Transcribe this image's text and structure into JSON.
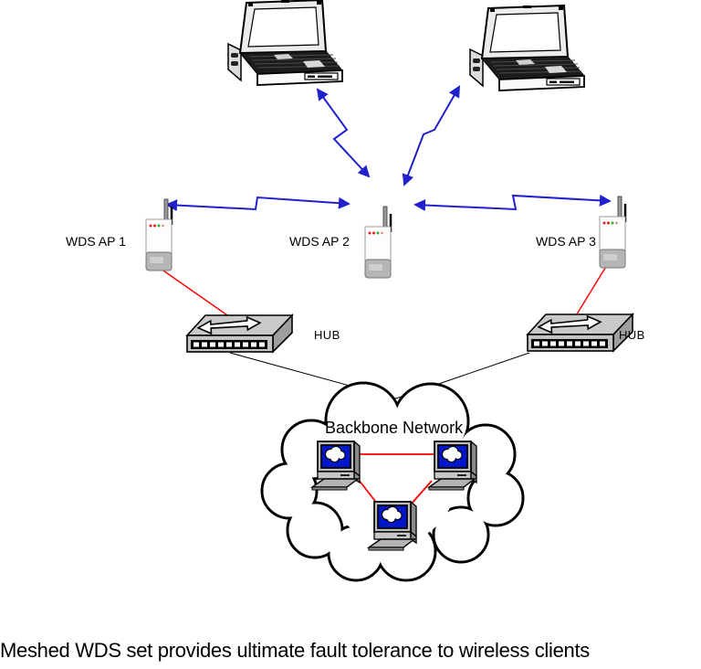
{
  "labels": {
    "ap1": "WDS AP 1",
    "ap2": "WDS AP 2",
    "ap3": "WDS AP 3",
    "hub_left": "HUB",
    "hub_right": "HUB",
    "backbone": "Backbone Network"
  },
  "caption": "Meshed WDS set provides ultimate fault tolerance to wireless clients",
  "colors": {
    "wireless_link_blue": "#2020cc",
    "wired_link_red": "#ff0000",
    "outline_black": "#000000",
    "pc_screen_blue": "#0016c9"
  },
  "diagram_structure": {
    "wireless_clients": 2,
    "access_points": [
      "WDS AP 1",
      "WDS AP 2",
      "WDS AP 3"
    ],
    "hubs": [
      "HUB",
      "HUB"
    ],
    "backbone_computers": 3,
    "links": [
      {
        "from": "laptop-1",
        "to": "WDS AP 2",
        "type": "wireless-bidirectional"
      },
      {
        "from": "laptop-2",
        "to": "WDS AP 2",
        "type": "wireless-bidirectional"
      },
      {
        "from": "WDS AP 1",
        "to": "WDS AP 2",
        "type": "wireless-bidirectional"
      },
      {
        "from": "WDS AP 2",
        "to": "WDS AP 3",
        "type": "wireless-bidirectional"
      },
      {
        "from": "WDS AP 1",
        "to": "HUB (left)",
        "type": "wired-red"
      },
      {
        "from": "WDS AP 3",
        "to": "HUB (right)",
        "type": "wired-red"
      },
      {
        "from": "HUB (left)",
        "to": "Backbone Network cloud",
        "type": "wired-black"
      },
      {
        "from": "HUB (right)",
        "to": "Backbone Network cloud",
        "type": "wired-black"
      },
      {
        "from": "backbone-pc-left",
        "to": "backbone-pc-right",
        "type": "wired-red"
      },
      {
        "from": "backbone-pc-left",
        "to": "backbone-pc-bottom",
        "type": "wired-red"
      },
      {
        "from": "backbone-pc-right",
        "to": "backbone-pc-bottom",
        "type": "wired-red"
      }
    ]
  }
}
